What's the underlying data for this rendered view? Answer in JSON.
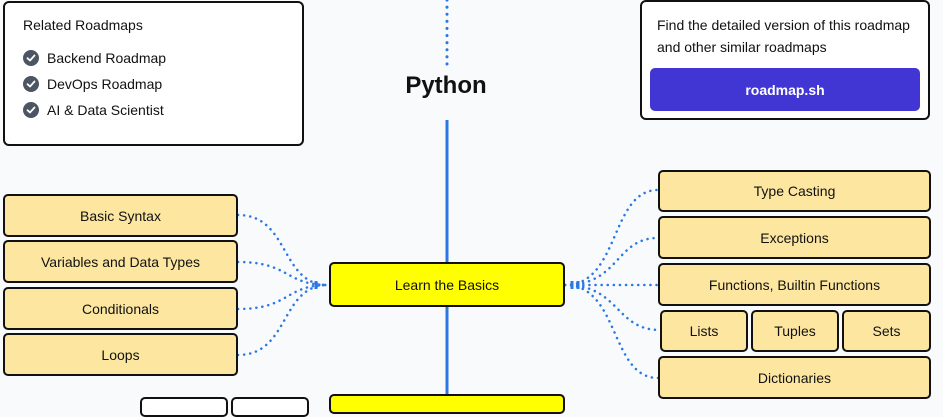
{
  "related": {
    "title": "Related Roadmaps",
    "items": [
      {
        "label": "Backend Roadmap"
      },
      {
        "label": "DevOps Roadmap"
      },
      {
        "label": "AI & Data Scientist"
      }
    ]
  },
  "promo": {
    "text": "Find the detailed version of this roadmap and other similar roadmaps",
    "button_label": "roadmap.sh"
  },
  "roadmap": {
    "title": "Python",
    "center_node": "Learn the Basics",
    "left_topics": [
      "Basic Syntax",
      "Variables and Data Types",
      "Conditionals",
      "Loops"
    ],
    "right_topics": {
      "type_casting": "Type Casting",
      "exceptions": "Exceptions",
      "functions": "Functions, Builtin Functions",
      "lists": "Lists",
      "tuples": "Tuples",
      "sets": "Sets",
      "dictionaries": "Dictionaries"
    }
  },
  "colors": {
    "background": "#f8fafc",
    "topic": "#fde7a0",
    "main_topic": "#ffff00",
    "connector": "#2b78e4",
    "button": "#4136d4"
  }
}
